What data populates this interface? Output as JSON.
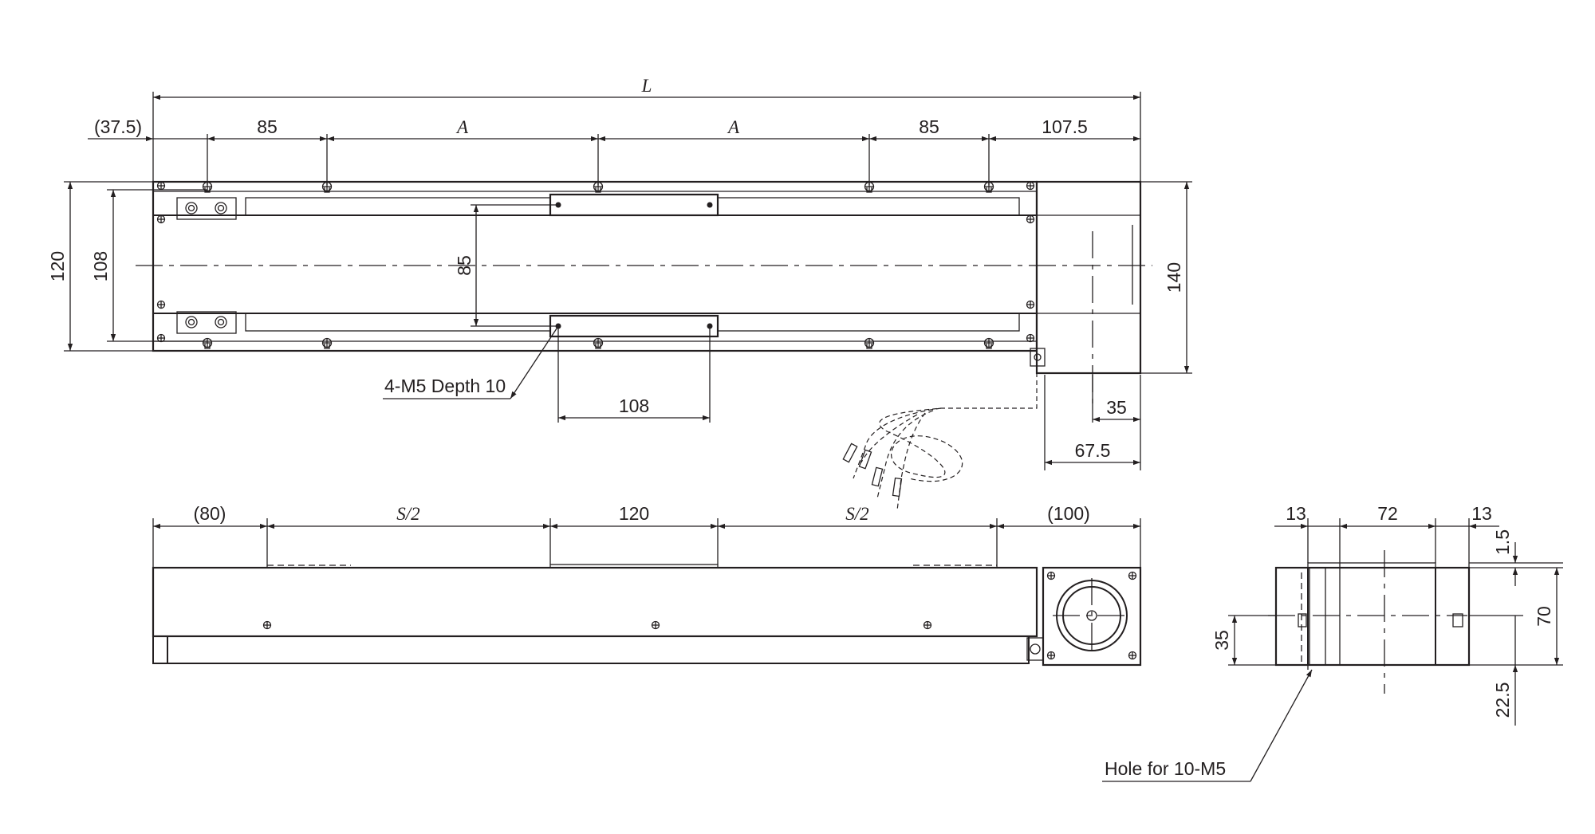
{
  "top_view": {
    "overall_length": "L",
    "dims": {
      "end_offset": "(37.5)",
      "pitch_left": "85",
      "span_a_left": "A",
      "span_a_right": "A",
      "pitch_right": "85",
      "motor_overhang": "107.5",
      "width_outer": "120",
      "width_mount": "108",
      "slider_hole_pitch_y": "85",
      "height_motor": "140",
      "slider_hole_pitch_x": "108",
      "motor_offset_small": "35",
      "motor_offset_large": "67.5"
    },
    "callout_holes": "4-M5 Depth 10"
  },
  "side_view": {
    "dims": {
      "left_end": "(80)",
      "stroke_half_left": "S/2",
      "slider_length": "120",
      "stroke_half_right": "S/2",
      "right_end": "(100)"
    }
  },
  "end_view": {
    "dims": {
      "flange_left": "13",
      "middle": "72",
      "flange_right": "13",
      "top_gap": "1.5",
      "height": "70",
      "center_height": "35",
      "bottom": "22.5"
    },
    "callout_holes": "Hole for 10-M5"
  }
}
